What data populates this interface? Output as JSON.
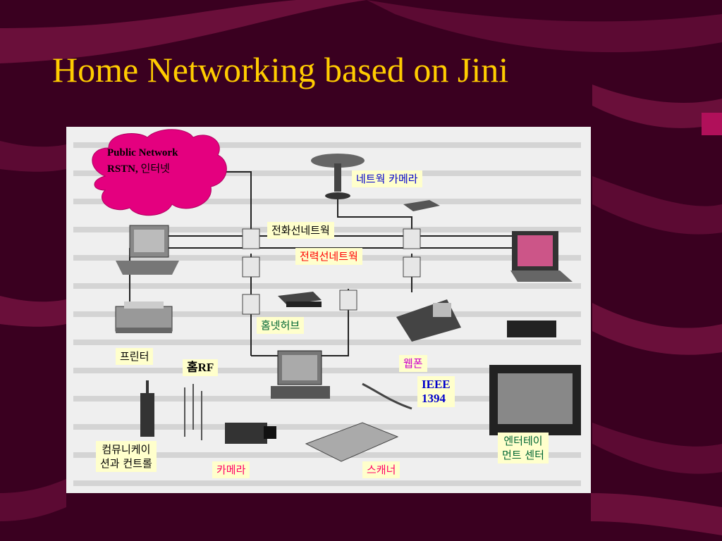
{
  "slide": {
    "title": "Home Networking based on Jini",
    "colors": {
      "background": "#3a0020",
      "title": "#ffcc00",
      "label_bg": "#ffffcc",
      "cloud": "#e4007f"
    }
  },
  "diagram": {
    "cloud": {
      "line1": "Public Network",
      "line2_latin": "RSTN,",
      "line2_korean": "인터넷"
    },
    "labels": {
      "network_camera": "네트웍 카메라",
      "phone_line_network": "전화선네트웍",
      "power_line_network": "전력선네트웍",
      "home_hub": "홈넷허브",
      "printer": "프린터",
      "home_rf": "홈RF",
      "web_phone": "웹폰",
      "ieee_1394_line1": "IEEE",
      "ieee_1394_line2": "1394",
      "communication_control_line1": "컴뮤니케이",
      "communication_control_line2": "션과 컨트롤",
      "camera": "카메라",
      "scanner": "스캐너",
      "entertainment_center_line1": "엔터테이",
      "entertainment_center_line2": "먼트 센터"
    },
    "label_colors": {
      "network_camera": "#0000cc",
      "phone_line_network": "#000000",
      "power_line_network": "#ff0000",
      "home_hub": "#006633",
      "printer": "#000000",
      "home_rf": "#000000",
      "web_phone": "#cc00cc",
      "ieee_1394": "#0000cc",
      "communication_control": "#000000",
      "camera": "#ff0066",
      "scanner": "#ff0066",
      "entertainment_center": "#006633"
    },
    "icons": [
      "desktop-pc-icon",
      "printer-icon",
      "satellite-camera-icon",
      "laptop-icon",
      "outlet-icon",
      "hub-icon",
      "web-phone-icon",
      "workstation-icon",
      "camcorder-icon",
      "scanner-icon",
      "mobile-phone-icon",
      "tv-icon",
      "set-top-box-icon"
    ]
  }
}
